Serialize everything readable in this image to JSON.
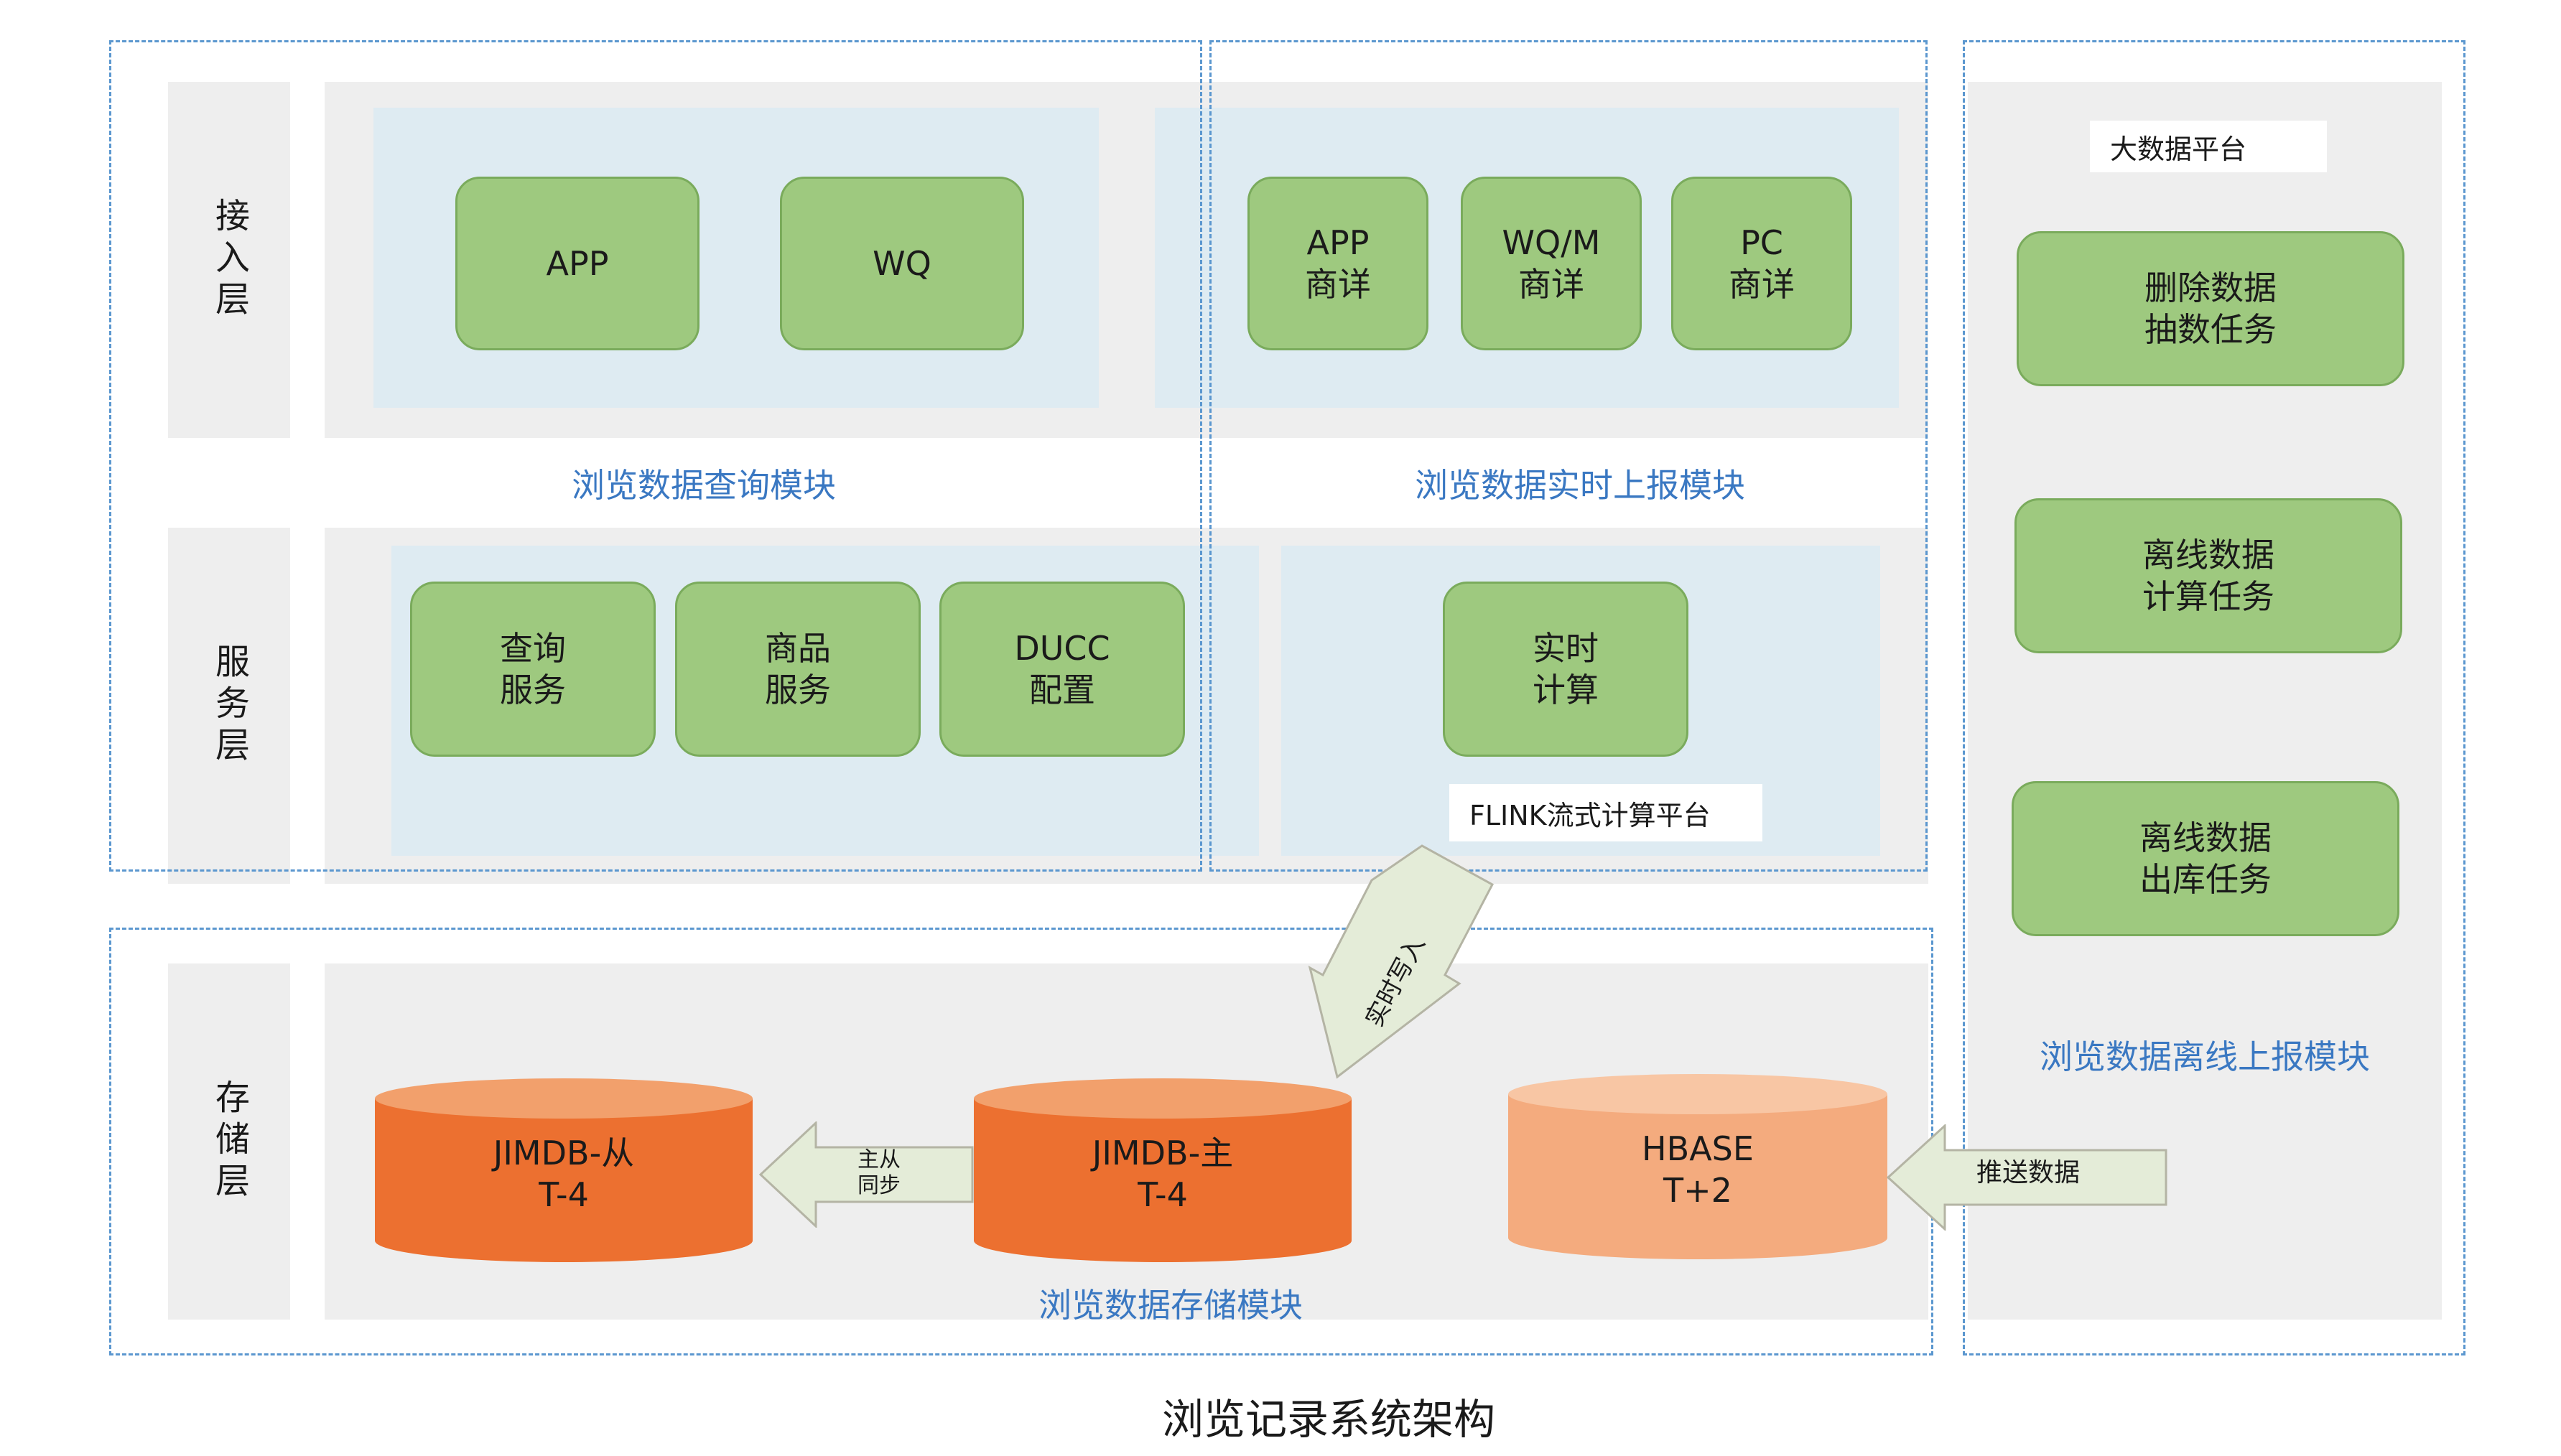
{
  "layers": {
    "access": "接入层",
    "service": "服务层",
    "storage": "存储层"
  },
  "access_layer": {
    "query_boxes": [
      "APP",
      "WQ"
    ],
    "realtime_boxes": [
      "APP\n商详",
      "WQ/M\n商详",
      "PC\n商详"
    ]
  },
  "service_layer": {
    "query_boxes": [
      "查询\n服务",
      "商品\n服务",
      "DUCC\n配置"
    ],
    "realtime_box": "实时\n计算",
    "platform_label": "FLINK流式计算平台"
  },
  "modules": {
    "query": "浏览数据查询模块",
    "realtime": "浏览数据实时上报模块",
    "offline": "浏览数据离线上报模块",
    "storage": "浏览数据存储模块"
  },
  "bigdata": {
    "label": "大数据平台",
    "tasks": [
      "删除数据\n抽数任务",
      "离线数据\n计算任务",
      "离线数据\n出库任务"
    ]
  },
  "storage_layer": {
    "jimdb_slave": "JIMDB-从\nT-4",
    "jimdb_master": "JIMDB-主\nT-4",
    "hbase": "HBASE\nT+2"
  },
  "arrows": {
    "realtime_write": "实时写入",
    "master_slave_sync": "主从\n同步",
    "push_data": "推送数据"
  },
  "caption": "浏览记录系统架构",
  "colors": {
    "green_box": "#9ec97f",
    "cylinder_dark": "#ec7030",
    "cylinder_light": "#f4ab7e",
    "module_title": "#3a78c2",
    "dashed_border": "#5b97cf"
  }
}
